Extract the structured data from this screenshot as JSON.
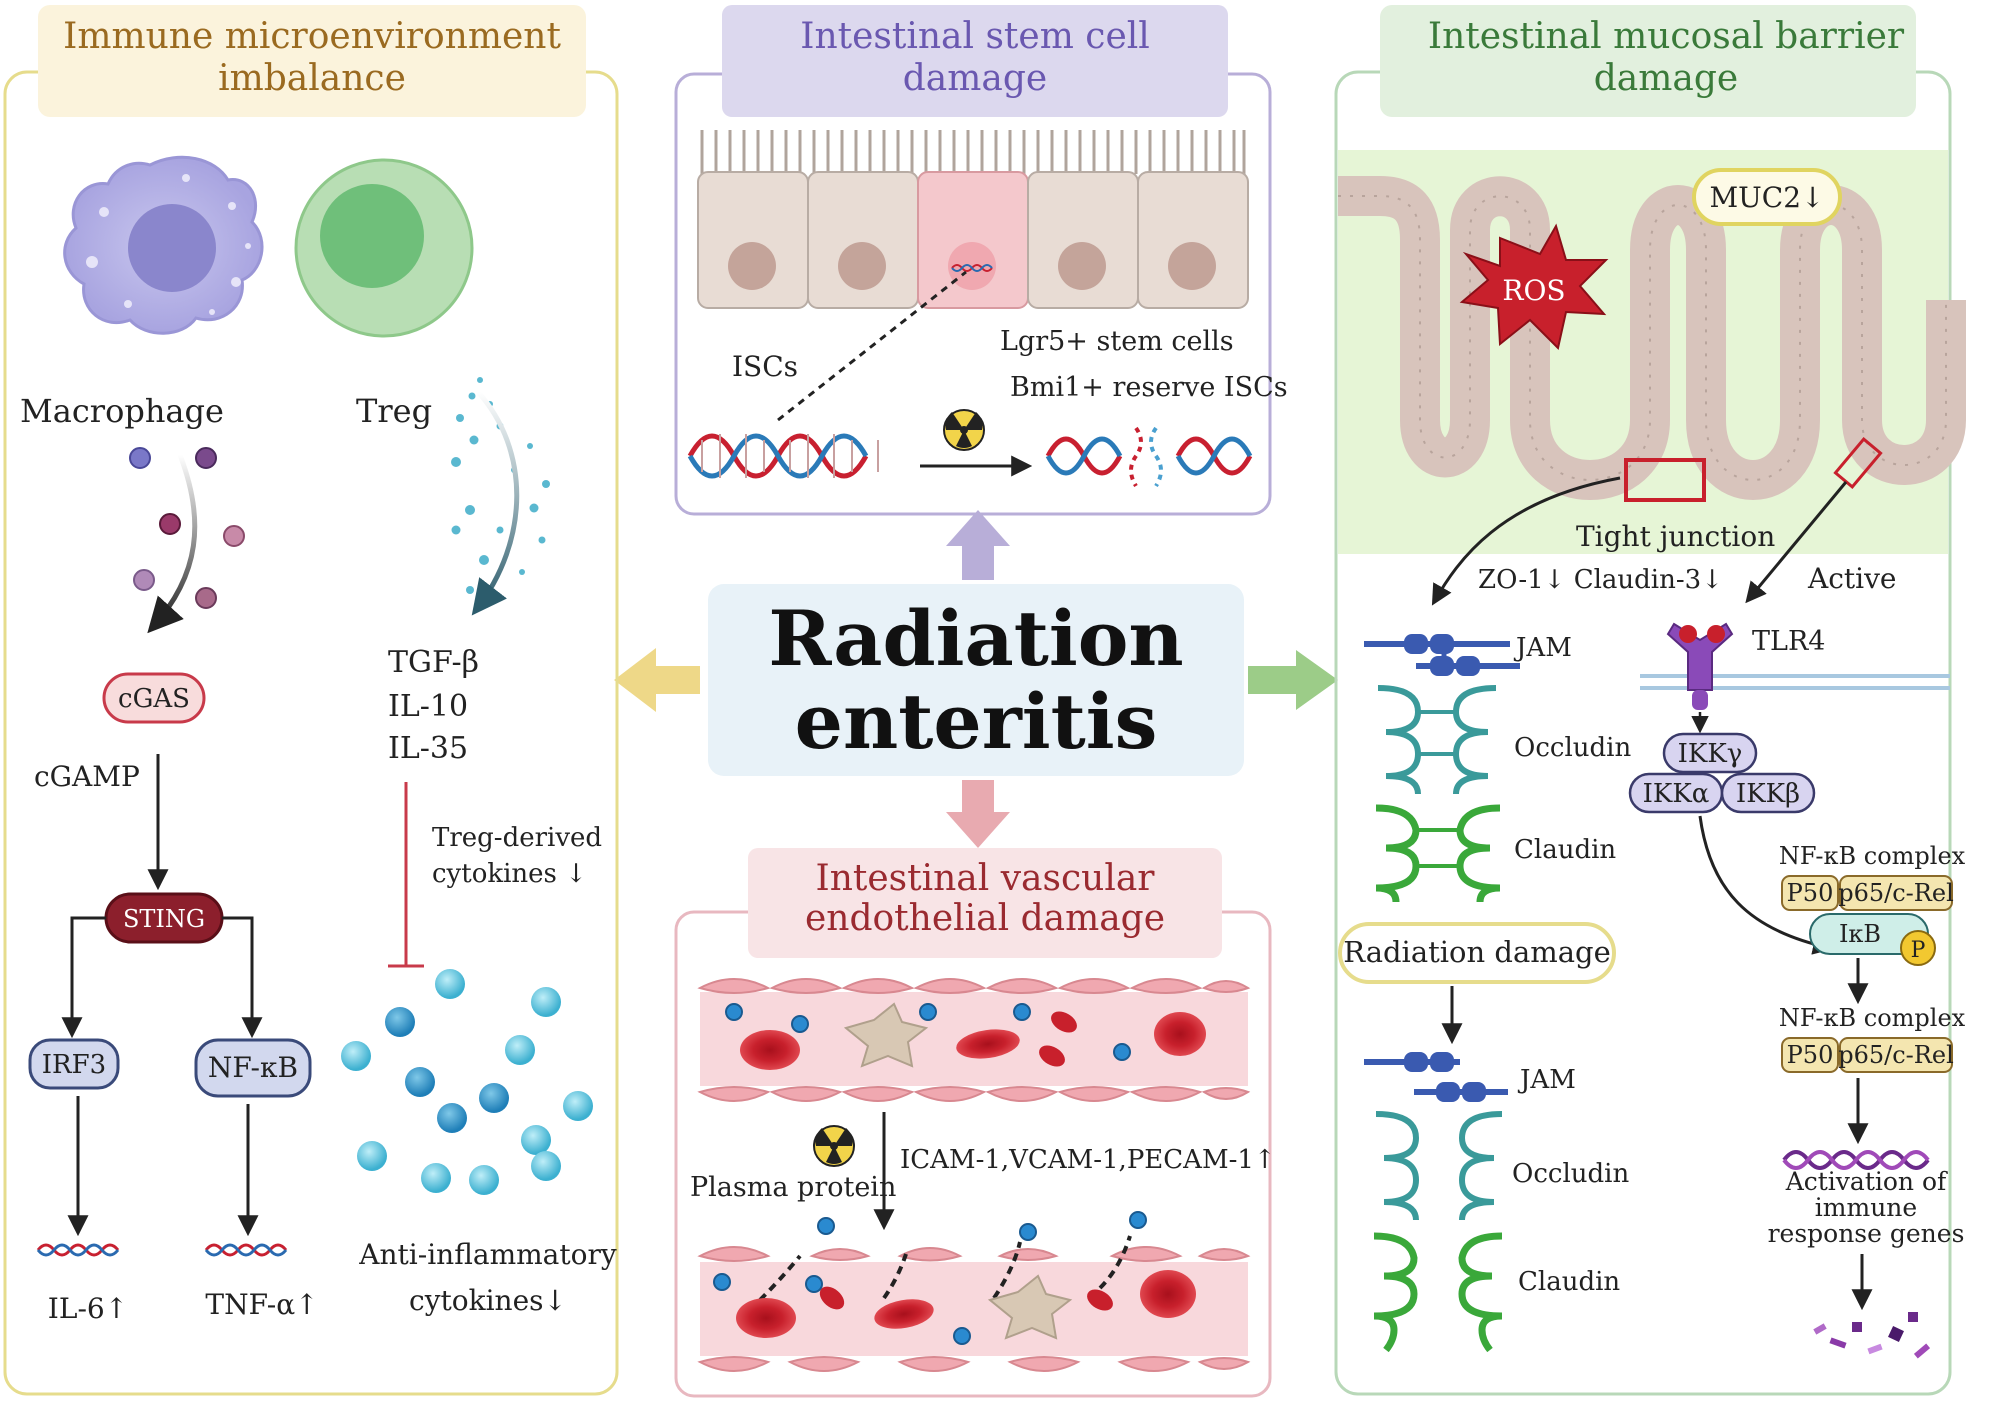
{
  "center": {
    "title_line1": "Radiation",
    "title_line2": "enteritis"
  },
  "panel_immune": {
    "header_line1": "Immune microenvironment",
    "header_line2": "imbalance",
    "macrophage_label": "Macrophage",
    "treg_label": "Treg",
    "cgas_label": "cGAS",
    "cgamp_label": "cGAMP",
    "sting_label": "STING",
    "irf3_label": "IRF3",
    "nfkb_label": "NF-κB",
    "il6_label": "IL-6↑",
    "tnfa_label": "TNF-α↑",
    "tgfb_label": "TGF-β",
    "il10_label": "IL-10",
    "il35_label": "IL-35",
    "treg_cytokines_line1": "Treg-derived",
    "treg_cytokines_line2": "cytokines ↓",
    "anti_inflam_line1": "Anti-inflammatory",
    "anti_inflam_line2": "cytokines↓"
  },
  "panel_stem": {
    "header_line1": "Intestinal stem cell",
    "header_line2": "damage",
    "iscs_label": "ISCs",
    "lgr5_label": "Lgr5+ stem cells",
    "bmi1_label": "Bmi1+ reserve ISCs"
  },
  "panel_vascular": {
    "header_line1": "Intestinal vascular",
    "header_line2": "endothelial damage",
    "plasma_label": "Plasma protein",
    "icam_label": "ICAM-1,VCAM-1,PECAM-1↑"
  },
  "panel_barrier": {
    "header_line1": "Intestinal mucosal barrier",
    "header_line2": "damage",
    "muc2_label": "MUC2↓",
    "ros_label": "ROS",
    "tight_junction_label": "Tight junction",
    "zo1_label": "ZO-1↓ Claudin-3↓",
    "active_label": "Active",
    "jam_label": "JAM",
    "occludin_label": "Occludin",
    "claudin_label": "Claudin",
    "radiation_damage_label": "Radiation damage",
    "tlr4_label": "TLR4",
    "ikkg_label": "IKKγ",
    "ikka_label": "IKKα",
    "ikkb_label": "IKKβ",
    "nfkb_complex_label": "NF-κB complex",
    "p50_label": "P50",
    "p65_label": "p65/c-Rel",
    "ikb_label": "IκB",
    "p_label": "P",
    "activation_line1": "Activation of",
    "activation_line2": "immune",
    "activation_line3": "response genes"
  },
  "colors": {
    "immune_border": "#e6dc8c",
    "immune_header": "#fbf3dc",
    "stem_border": "#b8aed8",
    "stem_header": "#dcd8ee",
    "vascular_border": "#e8b8c0",
    "vascular_header": "#f8e4e6",
    "barrier_border": "#b8d8b8",
    "barrier_header": "#e2f0de",
    "center_bg": "#e8f2f8"
  }
}
